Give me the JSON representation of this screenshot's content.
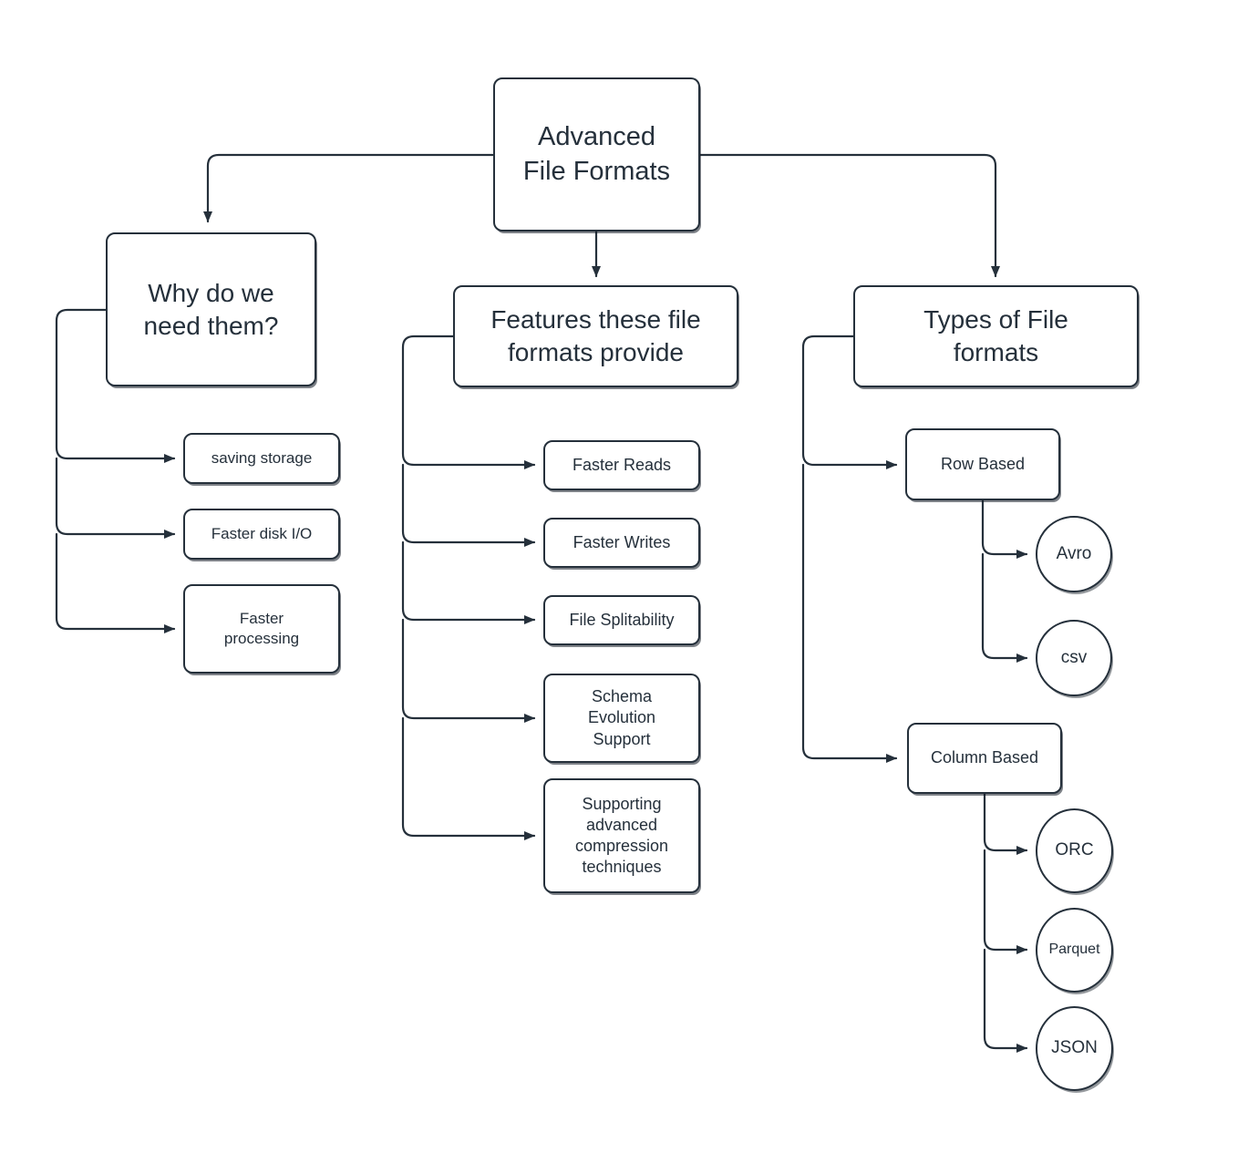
{
  "diagram": {
    "title": "Advanced File Formats",
    "type": "flowchart",
    "background_color": "#ffffff",
    "stroke_color": "#25303b",
    "text_color": "#25303b",
    "nodes": {
      "root": {
        "label": "Advanced\nFile Formats"
      },
      "why": {
        "label": "Why do we\nneed them?"
      },
      "why_children": [
        {
          "label": "saving storage"
        },
        {
          "label": "Faster disk I/O"
        },
        {
          "label": "Faster\nprocessing"
        }
      ],
      "features": {
        "label": "Features these file\nformats provide"
      },
      "features_children": [
        {
          "label": "Faster Reads"
        },
        {
          "label": "Faster Writes"
        },
        {
          "label": "File Splitability"
        },
        {
          "label": "Schema\nEvolution\nSupport"
        },
        {
          "label": "Supporting\nadvanced\ncompression\ntechniques"
        }
      ],
      "types": {
        "label": "Types of File\nformats"
      },
      "row_based": {
        "label": "Row Based"
      },
      "row_based_children": [
        {
          "label": "Avro"
        },
        {
          "label": "csv"
        }
      ],
      "column_based": {
        "label": "Column Based"
      },
      "column_based_children": [
        {
          "label": "ORC"
        },
        {
          "label": "Parquet"
        },
        {
          "label": "JSON"
        }
      ]
    }
  }
}
